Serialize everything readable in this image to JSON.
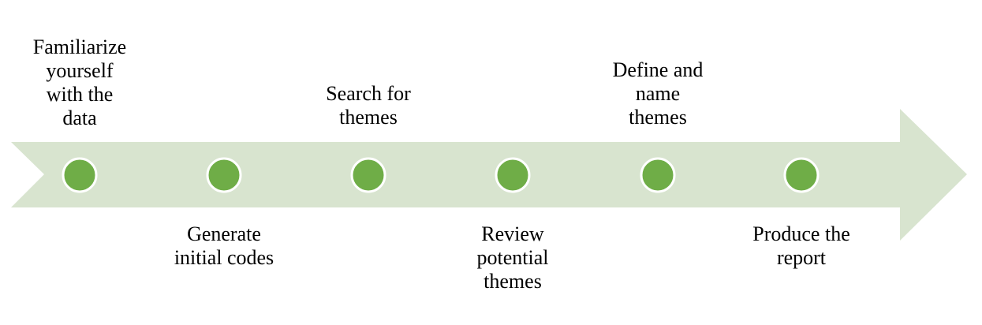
{
  "colors": {
    "arrow_fill": "#d8e4cf",
    "node_fill": "#6fad47",
    "node_ring": "#ffffff",
    "text": "#000000"
  },
  "steps": [
    {
      "label": "Familiarize\nyourself\nwith the\ndata"
    },
    {
      "label": "Generate\ninitial codes"
    },
    {
      "label": "Search for\nthemes"
    },
    {
      "label": "Review\npotential\nthemes"
    },
    {
      "label": "Define and\nname\nthemes"
    },
    {
      "label": "Produce the\nreport"
    }
  ]
}
